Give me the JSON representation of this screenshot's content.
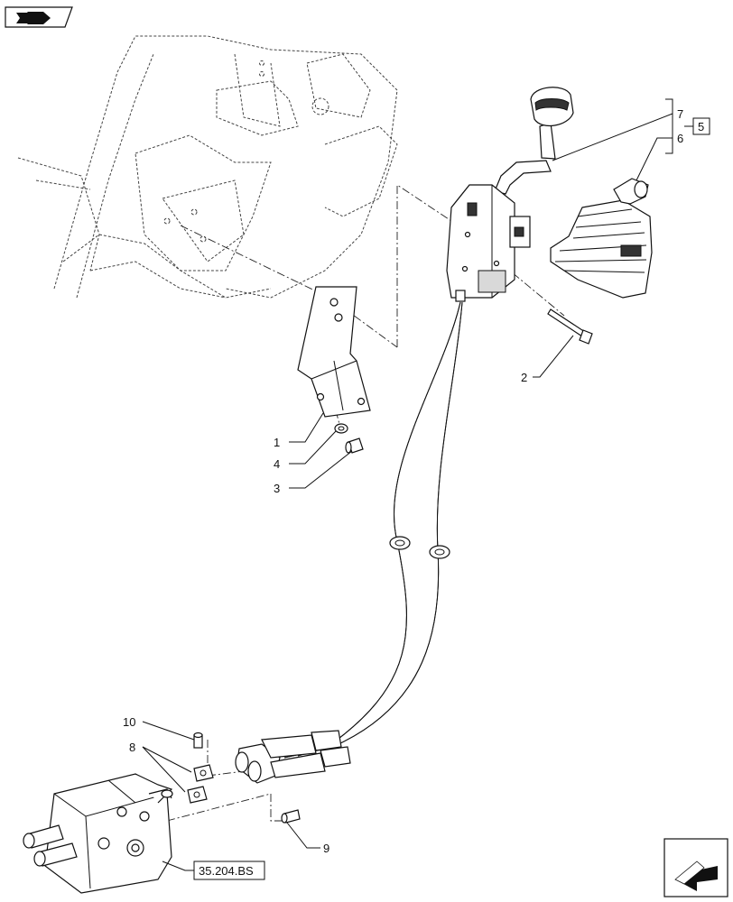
{
  "callouts": [
    {
      "id": "1",
      "label": "1"
    },
    {
      "id": "2",
      "label": "2"
    },
    {
      "id": "3",
      "label": "3"
    },
    {
      "id": "4",
      "label": "4"
    },
    {
      "id": "6",
      "label": "6"
    },
    {
      "id": "7",
      "label": "7"
    },
    {
      "id": "8",
      "label": "8"
    },
    {
      "id": "9",
      "label": "9"
    },
    {
      "id": "10",
      "label": "10"
    }
  ],
  "group_ref": "5",
  "section_ref": "35.204.BS",
  "icons": {
    "top_left": "back-arrow-icon",
    "bottom_right": "next-arrow-icon"
  }
}
